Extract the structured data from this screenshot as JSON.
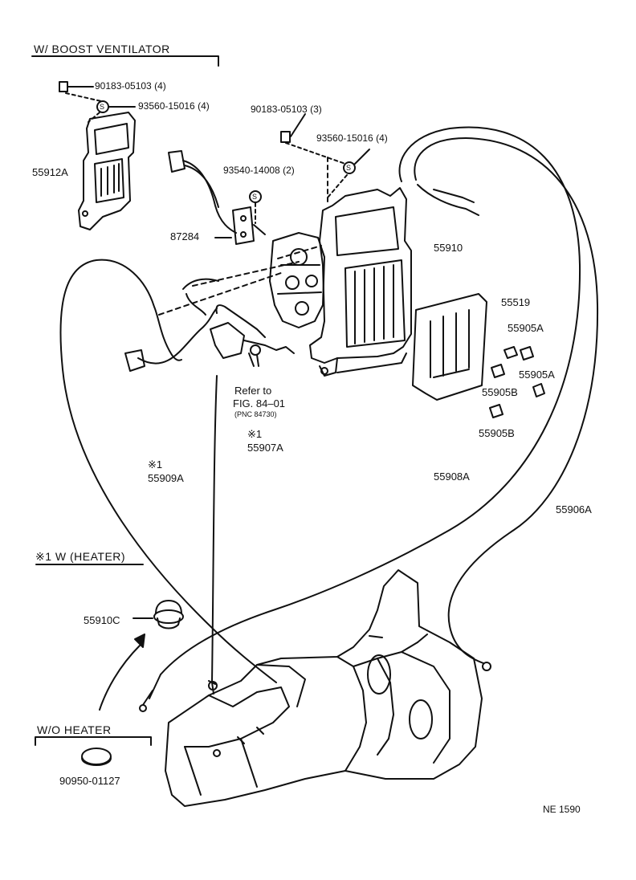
{
  "headers": {
    "boost": "W/ BOOST  VENTILATOR",
    "heater": "※1 W (HEATER)",
    "wo_heater": "W/O  HEATER"
  },
  "labels": {
    "p9018305103_4": "90183-05103 (4)",
    "p9356015016_4a": "93560-15016 (4)",
    "p9018305103_3": "90183-05103 (3)",
    "p9356015016_4b": "93560-15016 (4)",
    "p9354014008_2": "93540-14008 (2)",
    "p55912A": "55912A",
    "p87284": "87284",
    "p55910": "55910",
    "p55519": "55519",
    "p55905A_1": "55905A",
    "p55905A_2": "55905A",
    "p55905B_1": "55905B",
    "p55905B_2": "55905B",
    "refer1": "Refer to",
    "refer2": "FIG. 84–01",
    "refer3": "(PNC 84730)",
    "mark1": "※1",
    "p55907A": "55907A",
    "mark2": "※1",
    "p55909A": "55909A",
    "p55908A": "55908A",
    "p55906A": "55906A",
    "p55910C": "55910C",
    "p9095001127": "90950-01127",
    "ref_code": "NE  1590"
  },
  "icons": {
    "washer_symbol": "S"
  }
}
